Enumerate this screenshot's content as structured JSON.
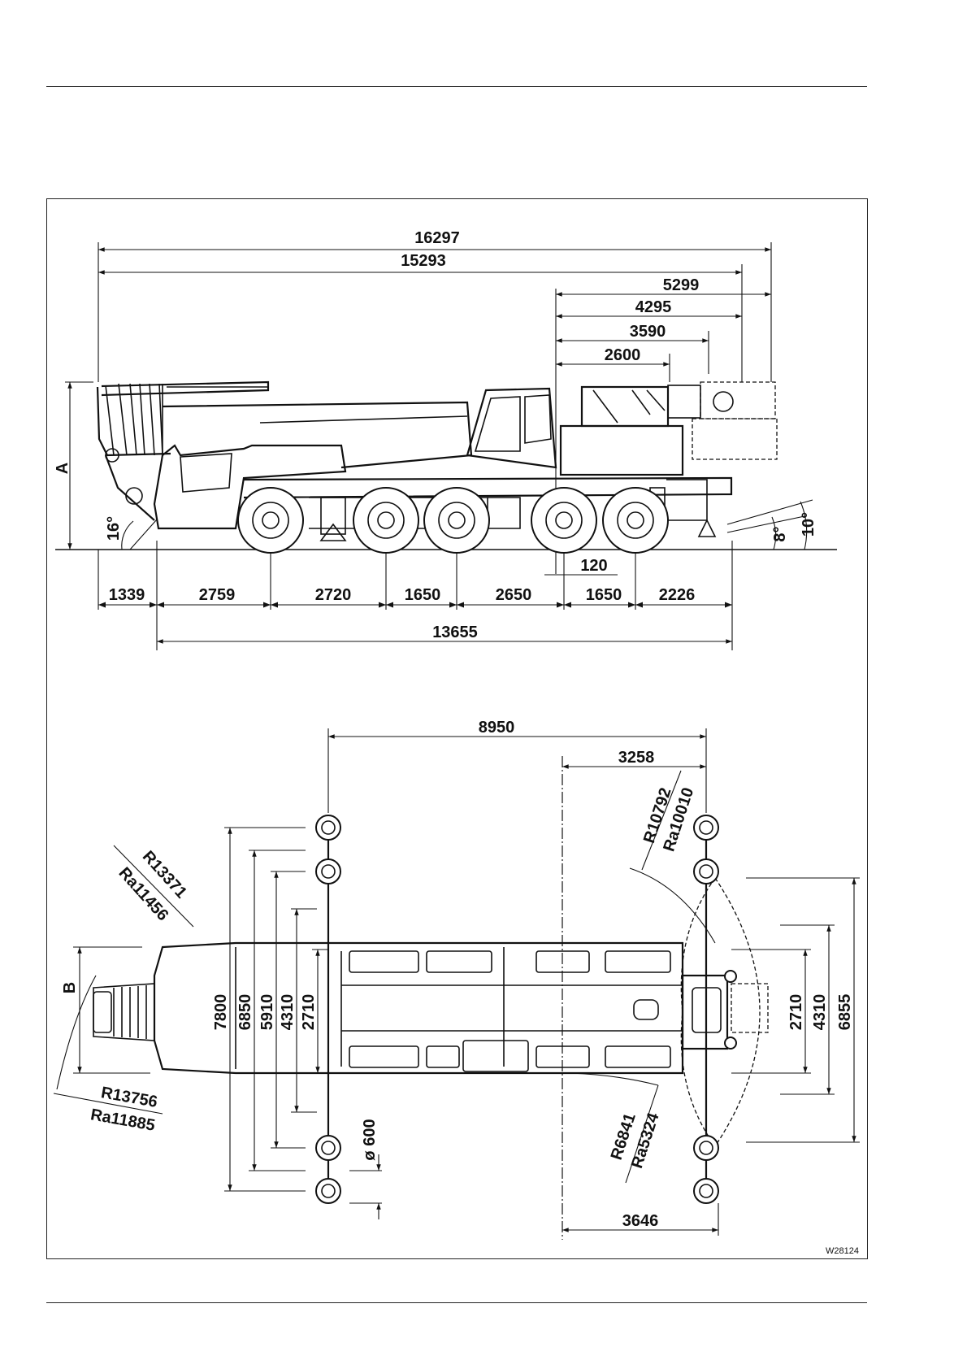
{
  "drawing": {
    "reference": "W28124",
    "side_view": {
      "overall_top": [
        "16297",
        "15293"
      ],
      "rear_dims": [
        "5299",
        "4295",
        "3590",
        "2600"
      ],
      "height_label": "A",
      "approach_angle": "16°",
      "departure_angles": [
        "8°",
        "10°"
      ],
      "offset": "120",
      "axle_spacing": [
        "1339",
        "2759",
        "2720",
        "1650",
        "2650",
        "1650",
        "2226"
      ],
      "wheelbase_total": "13655"
    },
    "plan_view": {
      "top_dims": [
        "8950",
        "3258"
      ],
      "front_radius": [
        "R13371",
        "Ra11456"
      ],
      "front_radius_lower": [
        "R13756",
        "Ra11885"
      ],
      "rear_radius_top": [
        "R10792",
        "Ra10010"
      ],
      "rear_radius_bottom": [
        "R6841",
        "Ra5324"
      ],
      "width_label": "B",
      "outrigger_widths_left": [
        "7800",
        "6850",
        "5910",
        "4310",
        "2710"
      ],
      "outrigger_widths_right": [
        "2710",
        "4310",
        "6855"
      ],
      "pad_diameter": "ø 600",
      "rear_bottom_dim": "3646"
    }
  }
}
